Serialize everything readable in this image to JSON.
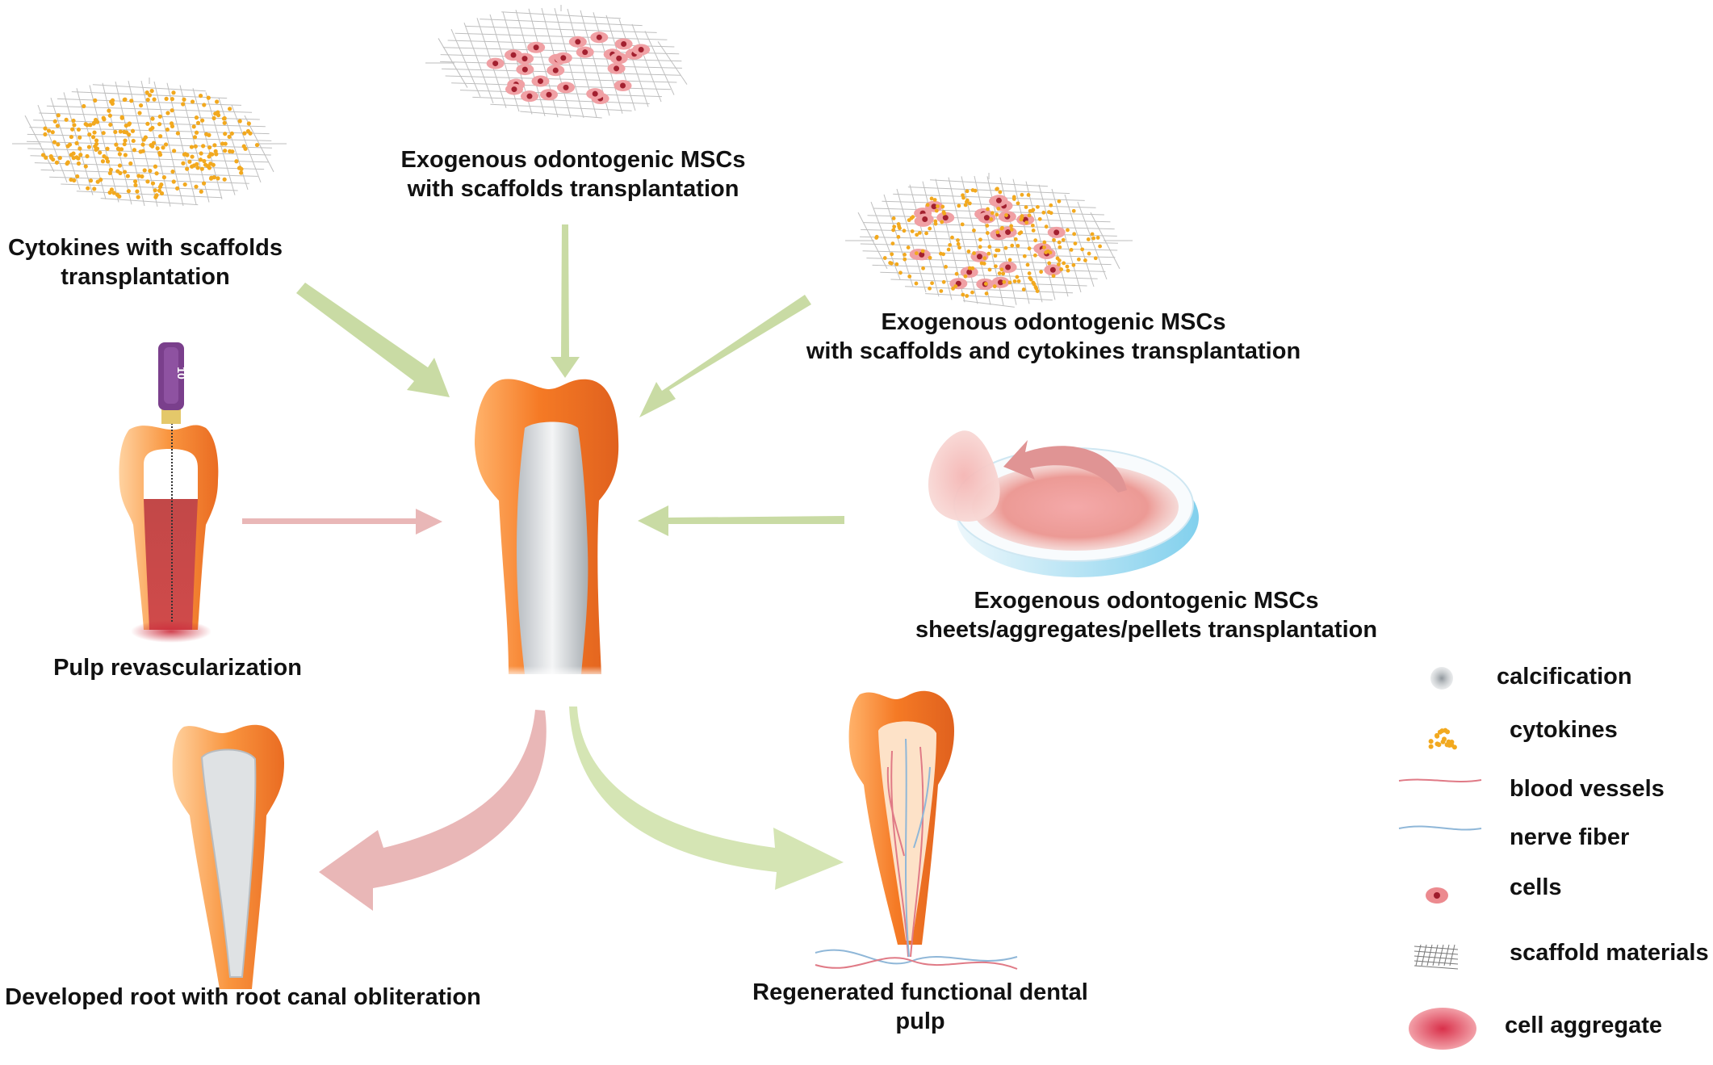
{
  "labels": {
    "cytokines_scaffolds": [
      "Cytokines with scaffolds",
      "transplantation"
    ],
    "mscs_scaffolds": [
      "Exogenous odontogenic MSCs",
      "with scaffolds transplantation"
    ],
    "mscs_scaffolds_cytokines": [
      "Exogenous odontogenic MSCs",
      "with scaffolds and cytokines transplantation"
    ],
    "pulp_revascularization": "Pulp revascularization",
    "mscs_sheets": [
      "Exogenous odontogenic MSCs",
      "sheets/aggregates/pellets transplantation"
    ],
    "developed_root": "Developed root with root canal obliteration",
    "regenerated_pulp": [
      "Regenerated functional dental",
      "pulp"
    ]
  },
  "file_number": "10",
  "legend": [
    {
      "label": "calcification",
      "icon": "calcification-icon"
    },
    {
      "label": "cytokines",
      "icon": "cytokines-icon"
    },
    {
      "label": "blood vessels",
      "icon": "blood-vessel-icon"
    },
    {
      "label": "nerve fiber",
      "icon": "nerve-fiber-icon"
    },
    {
      "label": "cells",
      "icon": "cell-icon"
    },
    {
      "label": "scaffold materials",
      "icon": "scaffold-icon"
    },
    {
      "label": "cell aggregate",
      "icon": "cell-aggregate-icon"
    }
  ],
  "colors": {
    "tooth_orange": "#f07a2e",
    "tooth_light": "#ffb070",
    "green_arrow": "#c9dba4",
    "pink_arrow": "#e9b7b7",
    "cytokine": "#f2a91f",
    "cell": "#e0606a",
    "blood_vessel": "#e07a86",
    "nerve_fiber": "#8fb7d8"
  }
}
